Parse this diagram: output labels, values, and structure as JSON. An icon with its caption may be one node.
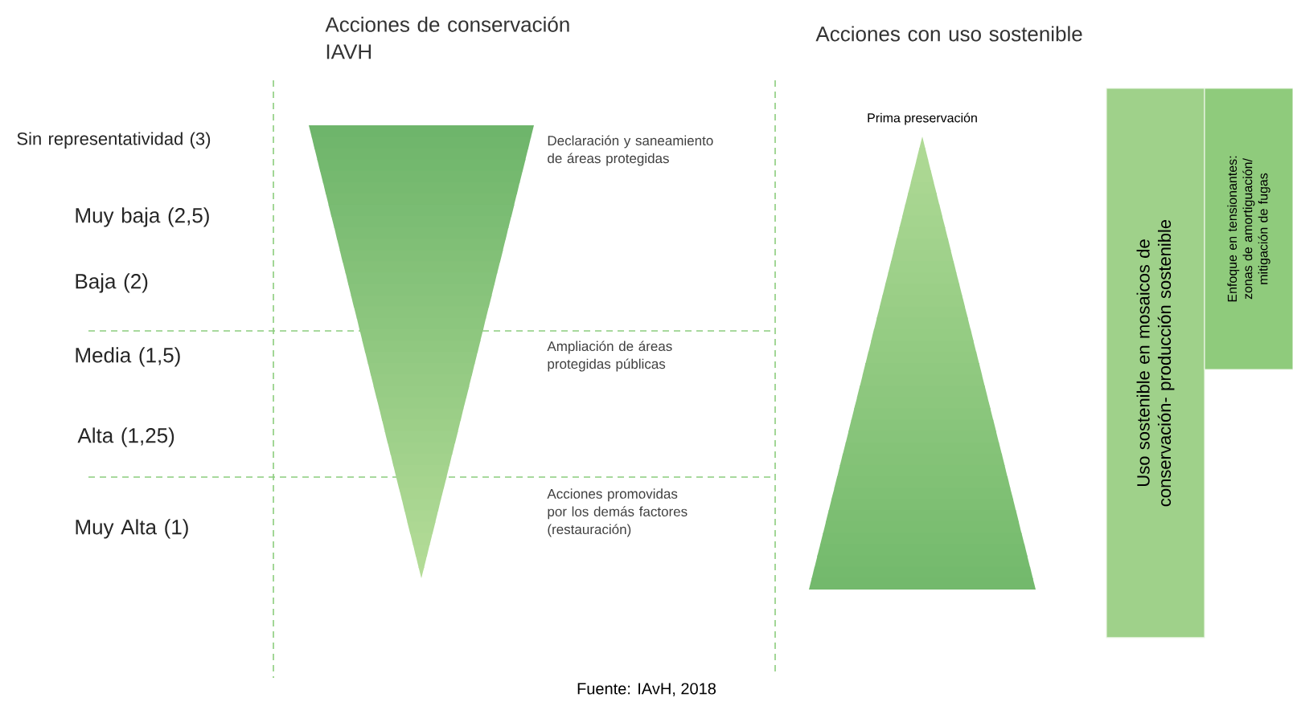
{
  "diagram": {
    "caption": "Fuente: IAvH, 2018",
    "nodes": [
      {
        "text": [],
        "shape": "triangle"
      },
      {
        "text": [
          "Prima preservación"
        ]
      },
      {
        "text": [
          "Uso sostenible  en mosaicos de conservación- producción sostenible"
        ]
      },
      {
        "text": [
          "Enfoque en tensionantes: zonas de amortiguación/ mitigación de fugas"
        ]
      }
    ],
    "labels": [
      "Acciones de conservación IAVH",
      "Acciones con uso sostenible",
      "Sin representatividad (3)",
      "Declaración y saneamiento de áreas protegidas",
      "Muy baja (2,5)",
      "Baja (2)",
      "Media (1,5)",
      "Ampliación de áreas protegidas públicas",
      "Alta (1,25)",
      "Muy Alta (1)",
      "Acciones promovidas por los demás factores (restauración)"
    ]
  }
}
